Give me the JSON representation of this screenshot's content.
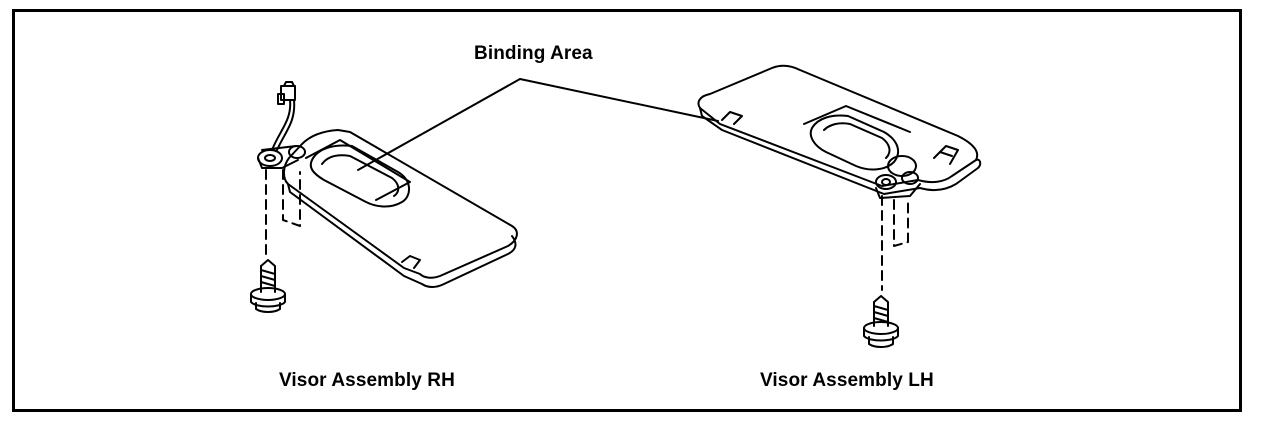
{
  "labels": {
    "binding_area": "Binding Area",
    "visor_rh": "Visor Assembly RH",
    "visor_lh": "Visor Assembly LH"
  }
}
